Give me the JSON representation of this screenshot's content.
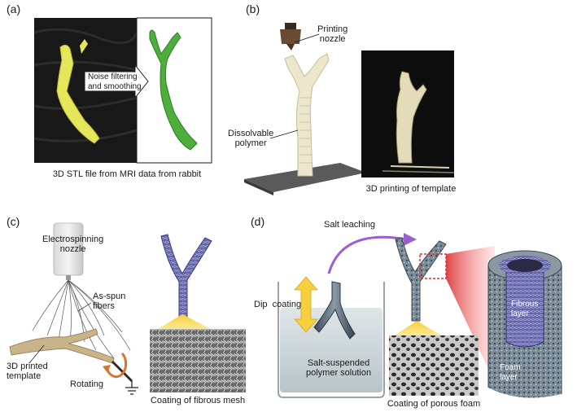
{
  "panels": {
    "a": {
      "label": "(a)",
      "arrow_text": "Noise filtering\nand smoothing",
      "caption": "3D STL file from MRI data from rabbit"
    },
    "b": {
      "label": "(b)",
      "nozzle_label": "Printing\nnozzle",
      "polymer_label": "Dissolvable\npolymer",
      "caption": "3D printing of template"
    },
    "c": {
      "label": "(c)",
      "nozzle_label": "Electrospinning\nnozzle",
      "fibers_label": "As-spun\nfibers",
      "template_label": "3D printed\ntemplate",
      "rotating_label": "Rotating",
      "caption": "Coating of fibrous mesh"
    },
    "d": {
      "label": "(d)",
      "salt_leaching_label": "Salt leaching",
      "dip_coating_label": "Dip  coating",
      "solution_label": "Salt-suspended\npolymer solution",
      "caption": "Coating of porous foam",
      "fibrous_layer_label": "Fibrous\nlayer",
      "foam_layer_label": "Foam\nlayer"
    }
  },
  "colors": {
    "yellow_model": "#e6e65a",
    "green_model": "#4caf3c",
    "template_beige": "#e8e2c8",
    "mesh_blue": "#5a5aa0",
    "foam_gray": "#7a8a96",
    "arrow_purple": "#9a5fd0",
    "highlight_red": "#d83030",
    "orange_rotation": "#d8752a",
    "spotlight_yellow": "#f6cf3c"
  }
}
